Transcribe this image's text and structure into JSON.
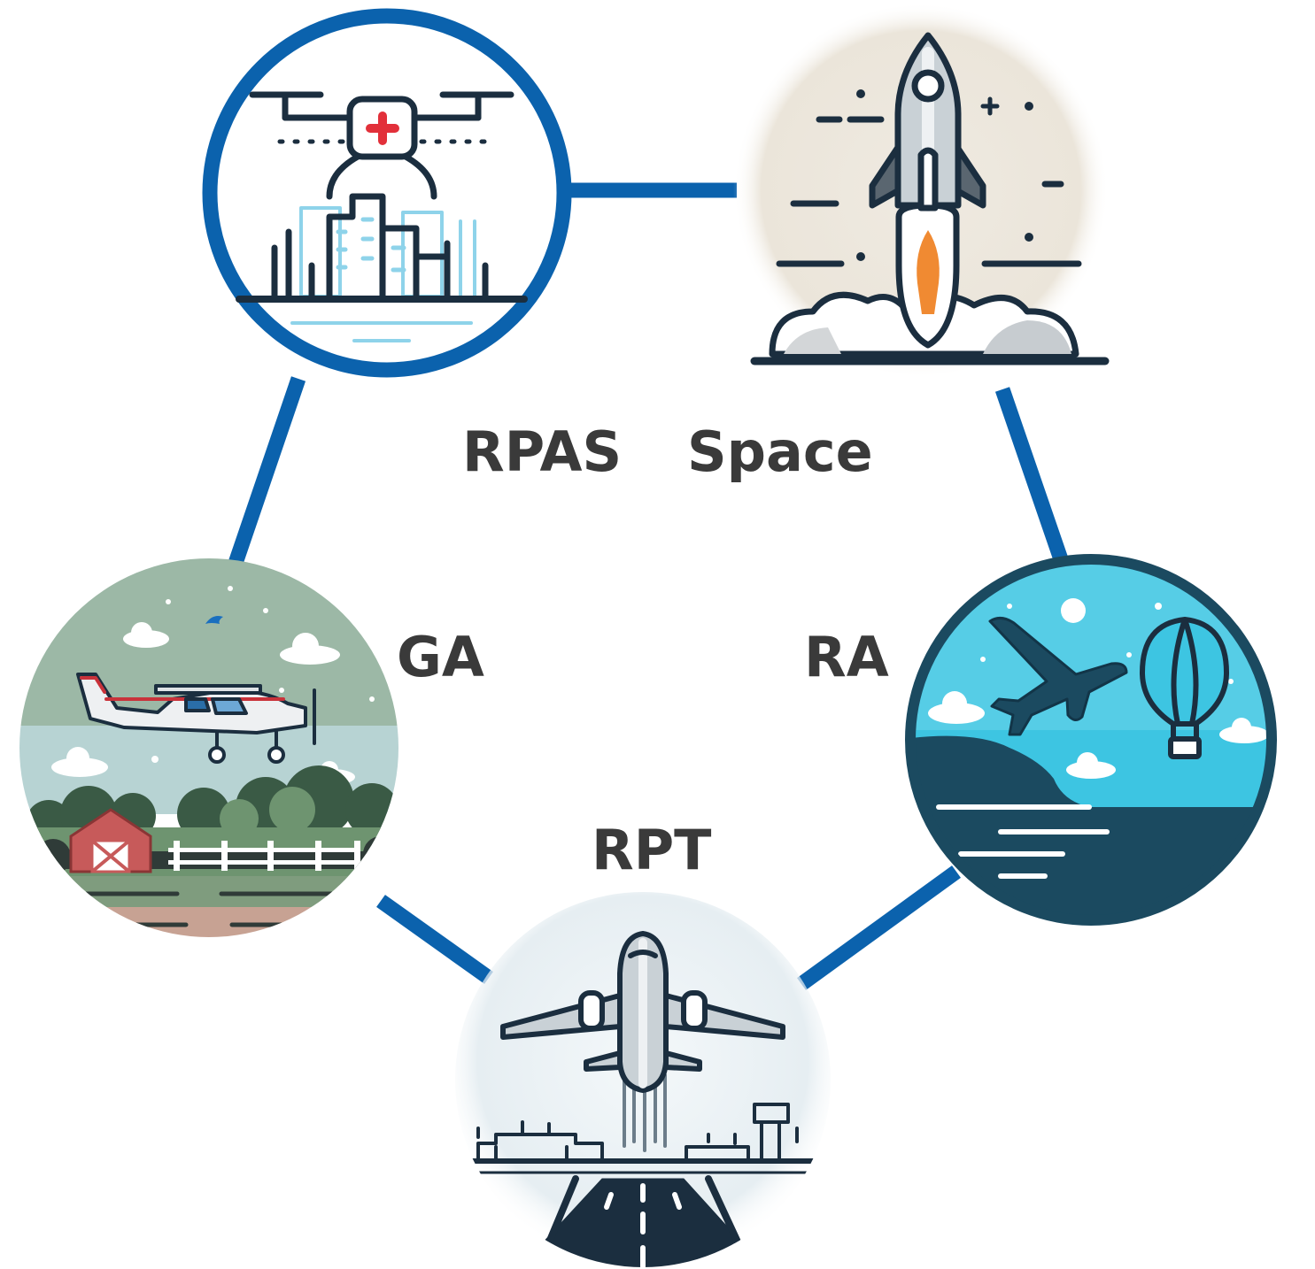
{
  "nodes": {
    "rpas": {
      "label": "RPAS",
      "icon": "medical-drone-city-icon"
    },
    "space": {
      "label": "Space",
      "icon": "rocket-launch-icon"
    },
    "ga": {
      "label": "GA",
      "icon": "light-aircraft-farm-icon"
    },
    "ra": {
      "label": "RA",
      "icon": "plane-and-hot-air-balloon-icon"
    },
    "rpt": {
      "label": "RPT",
      "icon": "airliner-takeoff-runway-icon"
    }
  },
  "colors": {
    "connector": "#0b62ad",
    "label": "#3a3a3a",
    "dark_navy": "#1b2e3f",
    "medical_red": "#e2303a",
    "flame_orange": "#f08a32",
    "sky_cyan": "#39c3e0",
    "ga_green": "#6e9470"
  }
}
